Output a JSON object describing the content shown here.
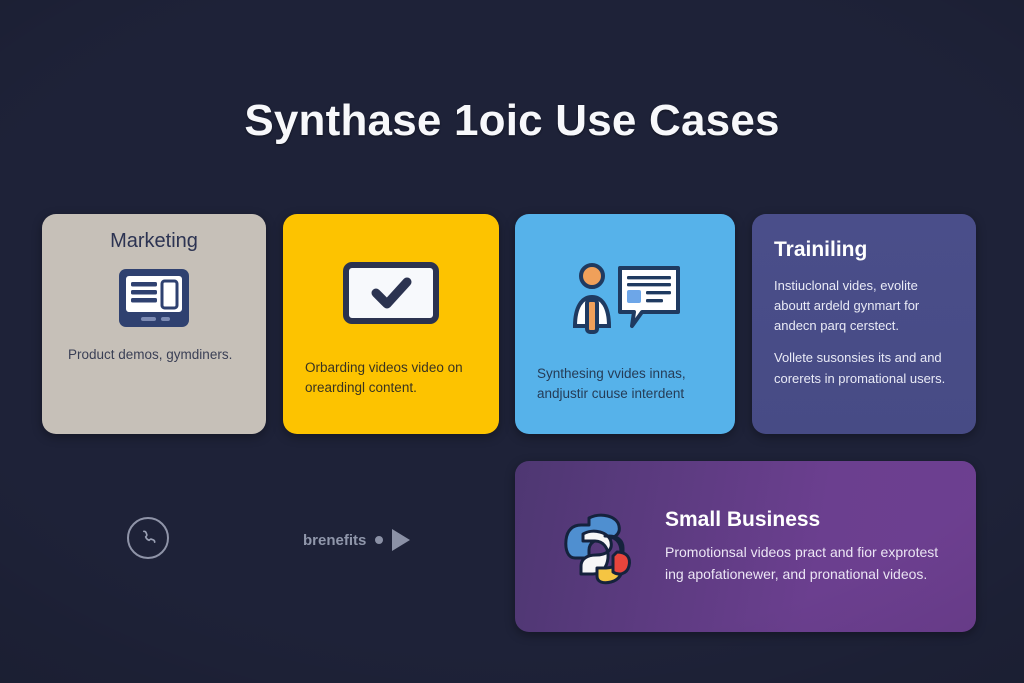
{
  "page": {
    "title": "Synthase 1oic Use Cases",
    "background_color": "#1e2238"
  },
  "cards": [
    {
      "id": "marketing",
      "heading": "Marketing",
      "body": "Product demos, gymdiners.",
      "icon": "presentation-screen-icon",
      "background_color": "#c6c0b8",
      "text_color": "#3a3f55"
    },
    {
      "id": "onboarding",
      "heading": "",
      "body": "Orbarding videos video on oreardingl content.",
      "icon": "checkmark-screen-icon",
      "background_color": "#fdc300",
      "text_color": "#3a3420"
    },
    {
      "id": "synthesis",
      "heading": "",
      "body": "Synthesing vvides innas, andjustir cuuse interdent",
      "icon": "person-speech-bubble-icon",
      "background_color": "#56b2ea",
      "text_color": "#253c57"
    },
    {
      "id": "training",
      "heading": "Trainiling",
      "paragraph1": "Instiuclonal vides, evolite aboutt ardeld gynmart for andecn parq cerstect.",
      "paragraph2": "Vollete susonsies its and and corerets in promational users.",
      "background_color": "#474b85",
      "text_color": "#e9eaf6"
    },
    {
      "id": "small-business",
      "heading": "Small Business",
      "body": "Promotionsal videos pract and fior exprotest ing apofationewer, and pronational videos.",
      "icon": "python-logo-icon",
      "background_color": "#6b3f8f",
      "text_color": "#ece6f5"
    }
  ],
  "footer": {
    "phone_icon": "phone-circle-icon",
    "benefits_label": "brenefits",
    "dot_icon": "dot-icon",
    "arrow_icon": "play-arrow-icon",
    "accent_color": "#8b91a6"
  }
}
